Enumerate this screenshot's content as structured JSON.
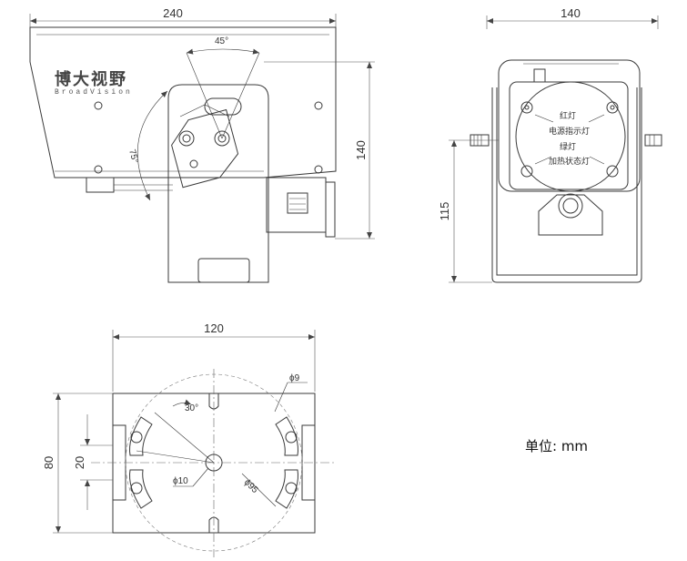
{
  "side_view": {
    "dim_width": "240",
    "dim_height": "140",
    "angle_top": "45°",
    "angle_side": "75°",
    "logo_main": "博大视野",
    "logo_sub": "BroadVision"
  },
  "front_view": {
    "dim_width": "140",
    "dim_height": "115",
    "label_red": "红灯",
    "label_power": "电源指示灯",
    "label_green": "绿灯",
    "label_heating": "加热状态灯"
  },
  "base_view": {
    "dim_width": "120",
    "dim_height": "80",
    "dim_slot": "20",
    "angle": "30°",
    "hole_dia": "ϕ9",
    "center_dia": "ϕ10",
    "pcd_dia": "ϕ95"
  },
  "unit_label": "单位: mm"
}
